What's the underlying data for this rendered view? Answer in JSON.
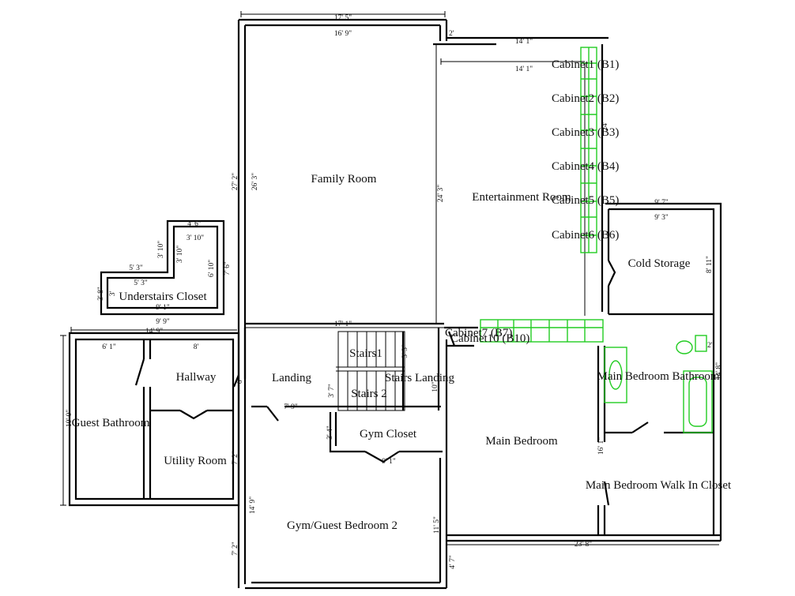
{
  "rooms": {
    "family_room": "Family Room",
    "entertainment_room": "Entertainment Room",
    "cold_storage": "Cold Storage",
    "understairs_closet": "Understairs Closet",
    "hallway": "Hallway",
    "landing": "Landing",
    "stairs1": "Stairs1",
    "stairs2": "Stairs 2",
    "stairs_landing": "Stairs Landing",
    "guest_bathroom": "Guest Bathroom",
    "utility_room": "Utility Room",
    "gym_closet": "Gym Closet",
    "gym_guest_bedroom": "Gym/Guest Bedroom 2",
    "main_bedroom": "Main Bedroom",
    "main_bedroom_bathroom": "Main Bedroom Bathroom",
    "main_bedroom_walk_in_closet": "Main Bedroom Walk In Closet"
  },
  "cabinets": [
    "Cabinet1 (B1)",
    "Cabinet2 (B2)",
    "Cabinet3 (B3)",
    "Cabinet4 (B4)",
    "Cabinet5 (B5)",
    "Cabinet6 (B6)"
  ],
  "overlap_labels": {
    "cab_a": "Cabinet7 (B7)",
    "cab_b": "Cabinet10 (B10)"
  },
  "dimensions": {
    "top_outer": "17' 5\"",
    "top_inner": "16' 9\"",
    "ent_outer": "14' 1\"",
    "ent_inner": "14' 1\"",
    "small_2": "2'",
    "family_height_outer": "27' 2\"",
    "family_height_inner": "26' 3\"",
    "ent_height": "24' 3\"",
    "cab_height": "24'",
    "cold_outer": "9' 7\"",
    "cold_inner": "9' 3\"",
    "cold_side": "8' 11\"",
    "us_top_outer": "4' 6\"",
    "us_top_inner": "3' 10\"",
    "us_left_outer": "3' 10\"",
    "us_left_inner": "3' 10\"",
    "us_right_inner": "6' 10\"",
    "us_right_outer": "7' 6\"",
    "us_mid_outer": "5' 3\"",
    "us_mid_inner": "5' 3\"",
    "us_small_outer": "3' 8\"",
    "us_small_inner": "3'",
    "us_bottom_inner": "9' 1\"",
    "us_bottom_outer": "9' 9\"",
    "left_outer": "14' 9\"",
    "guest_w": "6' 1\"",
    "hall_w": "8'",
    "landing_w": "17' 1\"",
    "stairs_h": "3' 3\"",
    "landing_small": "6'",
    "landing_bottom": "7' 9\"",
    "stairs_10": "10\"",
    "guest_h": "10' 0\"",
    "utility_side": "7' 2\"",
    "stair_small": "3' 7\"",
    "gym_closet_h": "3' 4\"",
    "gym_closet_w": "9' 1\"",
    "gym_h": "14' 9\"",
    "gym_side": "7' 2\"",
    "gym_right": "11' 5\"",
    "bottom_small": "4' 7\"",
    "main_bottom": "23' 8\"",
    "closet_side": "16' 1\"",
    "bath_side": "14' 8\"",
    "bath_2": "2'"
  }
}
